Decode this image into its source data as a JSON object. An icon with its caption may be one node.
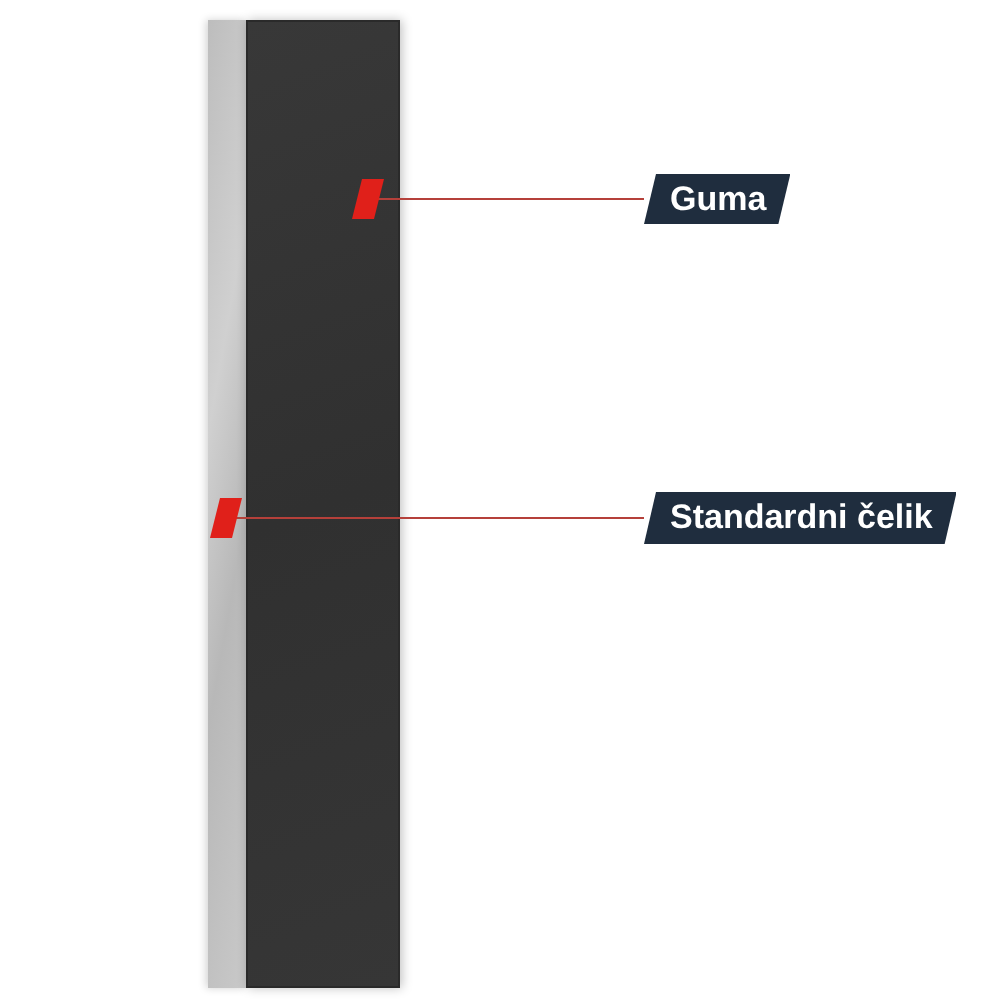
{
  "diagram": {
    "nodes": [
      {
        "text": [],
        "shape": "bar"
      },
      {
        "text": [],
        "shape": "bar"
      },
      {
        "text": [
          "Guma"
        ]
      },
      {
        "text": [
          "Standardni čelik"
        ]
      }
    ],
    "edges": [
      {
        "from": 2,
        "to": 1,
        "arrow": "other"
      },
      {
        "from": 3,
        "to": 0,
        "arrow": "other"
      }
    ]
  }
}
